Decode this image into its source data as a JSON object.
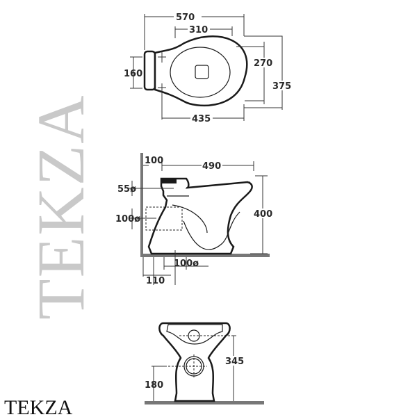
{
  "watermark": "TEKZA",
  "brand": "TEKZA",
  "top_view": {
    "overall_length": "570",
    "hole_spacing_long": "310",
    "inner_width": "270",
    "overall_width": "375",
    "hinge_width": "160",
    "bowl_length": "435"
  },
  "side_view": {
    "wall_distance": "100",
    "depth": "490",
    "inlet_diameter": "55ø",
    "outlet_diameter": "100ø",
    "height": "400",
    "floor_outlet_diameter": "100ø",
    "floor_outlet_offset": "110"
  },
  "front_view": {
    "rim_height": "345",
    "outlet_height": "180"
  }
}
